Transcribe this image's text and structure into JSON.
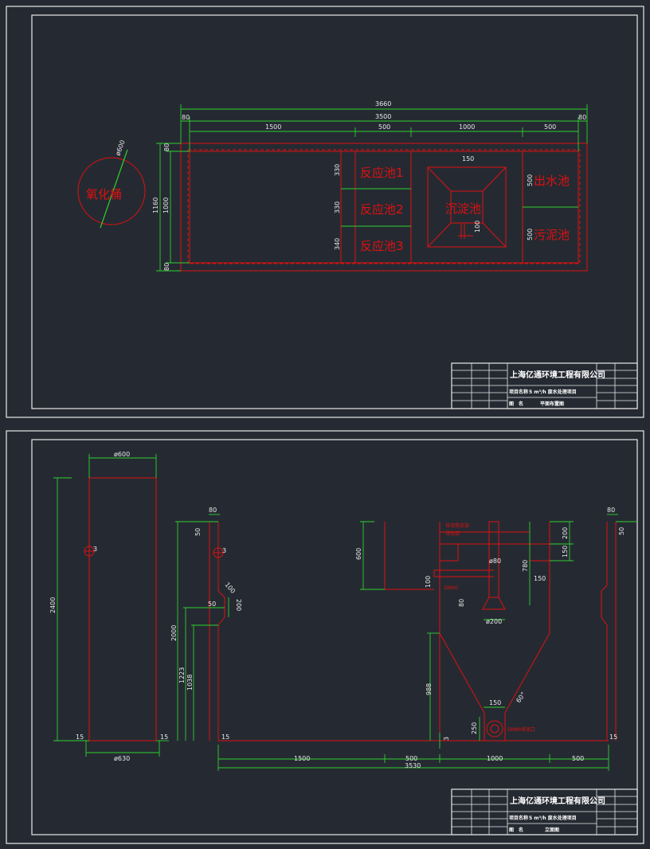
{
  "plan": {
    "labels": {
      "tank": "氧化桶",
      "reactor1": "反应池1",
      "reactor2": "反应池2",
      "reactor3": "反应池3",
      "settling": "沉淀池",
      "outlet": "出水池",
      "sludge": "污泥池"
    },
    "dims": {
      "total": "3660",
      "inner": "3500",
      "wall_left": "80",
      "wall_right": "80",
      "s1500": "1500",
      "s500a": "500",
      "s1000": "1000",
      "s500b": "500",
      "h80top": "80",
      "h1160": "1160",
      "h1000": "1000",
      "h80bot": "80",
      "r330a": "330",
      "r330b": "330",
      "r340": "340",
      "c150": "150",
      "c100": "100",
      "o500a": "500",
      "o500b": "500",
      "tank_dia": "ø600"
    }
  },
  "section": {
    "dims": {
      "tank_top": "ø600",
      "tank_bottom": "ø630",
      "tank_h": "2400",
      "tank_3": "3",
      "tank_15l": "15",
      "tank_15r": "15",
      "w80": "80",
      "w50": "50",
      "w3": "3",
      "w100": "100",
      "w50b": "50",
      "w200": "200",
      "h2000": "2000",
      "h1223": "1223",
      "h1038": "1038",
      "w15": "15",
      "p600": "600",
      "p100": "100",
      "p80": "80",
      "p988": "988",
      "p3": "3",
      "c80": "ø80",
      "c780": "780",
      "c150": "150",
      "c200": "200",
      "c150b": "150",
      "c200d": "ø200",
      "c150c": "150",
      "c60": "60°",
      "c250": "250",
      "r80": "80",
      "r50": "50",
      "r15": "15",
      "b1500": "1500",
      "b500a": "500",
      "b1000": "1000",
      "b500b": "500",
      "b3530": "3530"
    },
    "notes": {
      "n1": "导流筒支架",
      "n2": "导流筒",
      "n3": "DN50",
      "n4": "DN80排泥口"
    }
  },
  "titleblock_top": {
    "company": "上海亿通环境工程有限公司",
    "project_label": "项目名称",
    "project": "5 m³/h 废水处理项目",
    "drawing_label": "图　名",
    "drawing": "平面布置图"
  },
  "titleblock_bottom": {
    "company": "上海亿通环境工程有限公司",
    "project_label": "项目名称",
    "project": "5 m³/h 废水处理项目",
    "drawing_label": "图　名",
    "drawing": "立面图"
  },
  "colors": {
    "background": "#252a32",
    "frame": "#e8e8e8",
    "structure": "#e01010",
    "dimension": "#2fd02f"
  }
}
